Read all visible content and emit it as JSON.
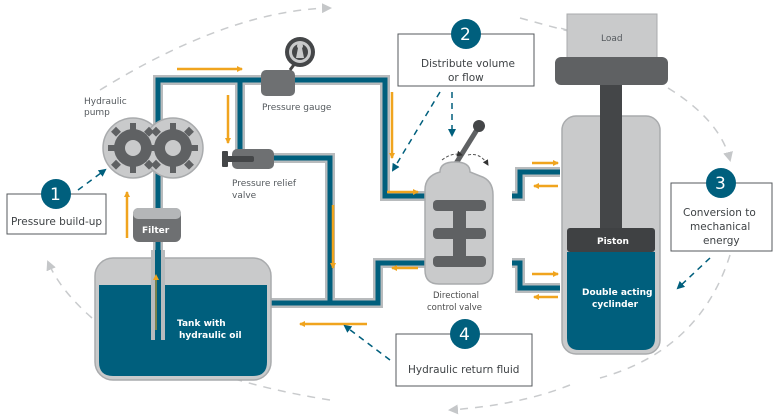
{
  "title": "Hydraulic system diagram",
  "colors": {
    "oil": "#005f7d",
    "pipe_outer": "#b8bbbd",
    "flow_arrow": "#f0a41e",
    "component_dark": "#5f6163",
    "component_mid": "#6e7072",
    "component_light": "#c9cacb",
    "step_badge": "#005f7d",
    "dashed_guide": "#c5c7c9"
  },
  "steps": [
    {
      "number": "1",
      "text": "Pressure build-up"
    },
    {
      "number": "2",
      "text_line1": "Distribute volume",
      "text_line2": "or flow"
    },
    {
      "number": "3",
      "text_line1": "Conversion to",
      "text_line2": "mechanical",
      "text_line3": "energy"
    },
    {
      "number": "4",
      "text": "Hydraulic return fluid"
    }
  ],
  "components": {
    "pump": {
      "line1": "Hydraulic",
      "line2": "pump"
    },
    "gauge": {
      "label": "Pressure gauge"
    },
    "relief_valve": {
      "line1": "Pressure relief",
      "line2": "valve"
    },
    "filter": {
      "label": "Filter"
    },
    "tank": {
      "line1": "Tank with",
      "line2": "hydraulic oil"
    },
    "control_valve": {
      "line1": "Directional",
      "line2": "control valve"
    },
    "load": {
      "label": "Load"
    },
    "piston": {
      "label": "Piston"
    },
    "cylinder": {
      "line1": "Double acting",
      "line2": "cyclinder"
    }
  }
}
